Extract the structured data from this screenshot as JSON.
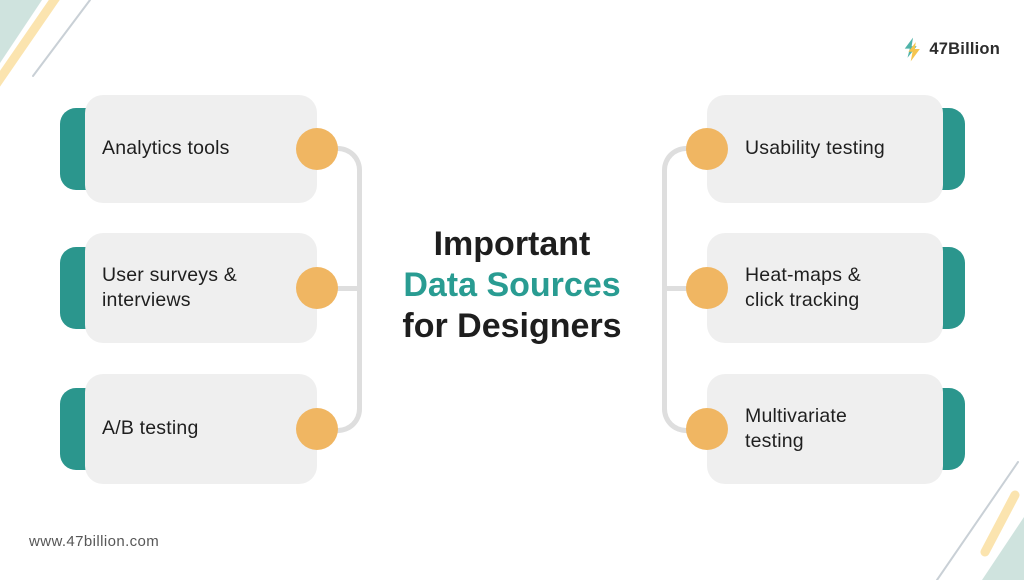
{
  "header": {
    "brand": {
      "name": "47Billion",
      "icon": "lightning-bolt-icon"
    }
  },
  "title": {
    "line1": "Important",
    "line2": "Data Sources",
    "line3": "for Designers"
  },
  "cards": {
    "left": [
      {
        "label": "Analytics tools"
      },
      {
        "label": "User surveys &\ninterviews"
      },
      {
        "label": "A/B testing"
      }
    ],
    "right": [
      {
        "label": "Usability testing"
      },
      {
        "label": "Heat-maps &\nclick tracking"
      },
      {
        "label": "Multivariate\ntesting"
      }
    ]
  },
  "footer": {
    "website": "www.47billion.com"
  },
  "colors": {
    "accent_teal": "#2b968d",
    "title_teal": "#299c92",
    "card_bg": "#efefef",
    "dot_orange": "#f0b662",
    "connector_gray": "#dedede",
    "corner_pale_teal": "#cfe3de",
    "corner_yellow": "#fbe4af",
    "corner_line_gray": "#c9d0d6",
    "text_dark": "#1e1e1e"
  }
}
